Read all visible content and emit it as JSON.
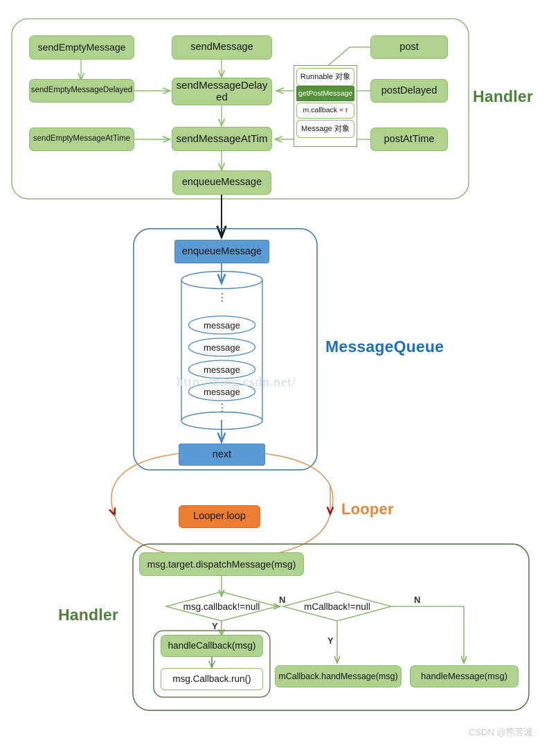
{
  "diagram": {
    "title": "Android Handler / MessageQueue / Looper message dispatch flow",
    "colors": {
      "green_fill": "#b0d28f",
      "green_stroke": "#8bbf6b",
      "green_dark_fill": "#55903a",
      "blue_fill": "#5b9bd5",
      "blue_stroke": "#4b87bd",
      "orange_fill": "#ed7d31",
      "handler_label": "#4e7f3c",
      "messagequeue_label": "#1d6fb8",
      "looper_label": "#e2873c",
      "looper_arc": "#e08a43"
    }
  },
  "handler_top": {
    "group_label": "Handler",
    "nodes": {
      "send_empty_message": "sendEmptyMessage",
      "send_empty_message_delayed": "sendEmptyMessageDelayed",
      "send_empty_message_at_time": "sendEmptyMessageAtTime",
      "send_message": "sendMessage",
      "send_message_delayed": "sendMessageDelayed",
      "send_message_at_time": "sendMessageAtTim",
      "enqueue_message": "enqueueMessage",
      "post": "post",
      "post_delayed": "postDelayed",
      "post_at_time": "postAtTime"
    },
    "runnable_stack": [
      {
        "label": "Runnable 对象",
        "style": "white"
      },
      {
        "label": "getPostMessage",
        "style": "green-dark"
      },
      {
        "label": "m.callback = r",
        "style": "white"
      },
      {
        "label": "Message 对象",
        "style": "white"
      }
    ]
  },
  "message_queue": {
    "group_label": "MessageQueue",
    "enqueue_message": "enqueueMessage",
    "next": "next",
    "messages": [
      "message",
      "message",
      "message",
      "message"
    ],
    "ellipsis_top": "⋮",
    "ellipsis_bottom": "⋮"
  },
  "looper": {
    "group_label": "Looper",
    "loop_node": "Looper.loop"
  },
  "handler_bottom": {
    "group_label": "Handler",
    "dispatch": "msg.target.dispatchMessage(msg)",
    "decision_1": "msg.callback!=null",
    "decision_2": "mCallback!=null",
    "branch_labels": {
      "d1_yes": "Y",
      "d1_no": "N",
      "d2_yes": "Y",
      "d2_no": "N"
    },
    "handle_callback": "handleCallback(msg)",
    "callback_run": "msg.Callback.run()",
    "mcallback_handmessage": "mCallback.handMessage(msg)",
    "handle_message": "handleMessage(msg)"
  },
  "watermarks": {
    "url": "http://blog.csdn.net/",
    "credit": "CSDN @熊芳波"
  }
}
